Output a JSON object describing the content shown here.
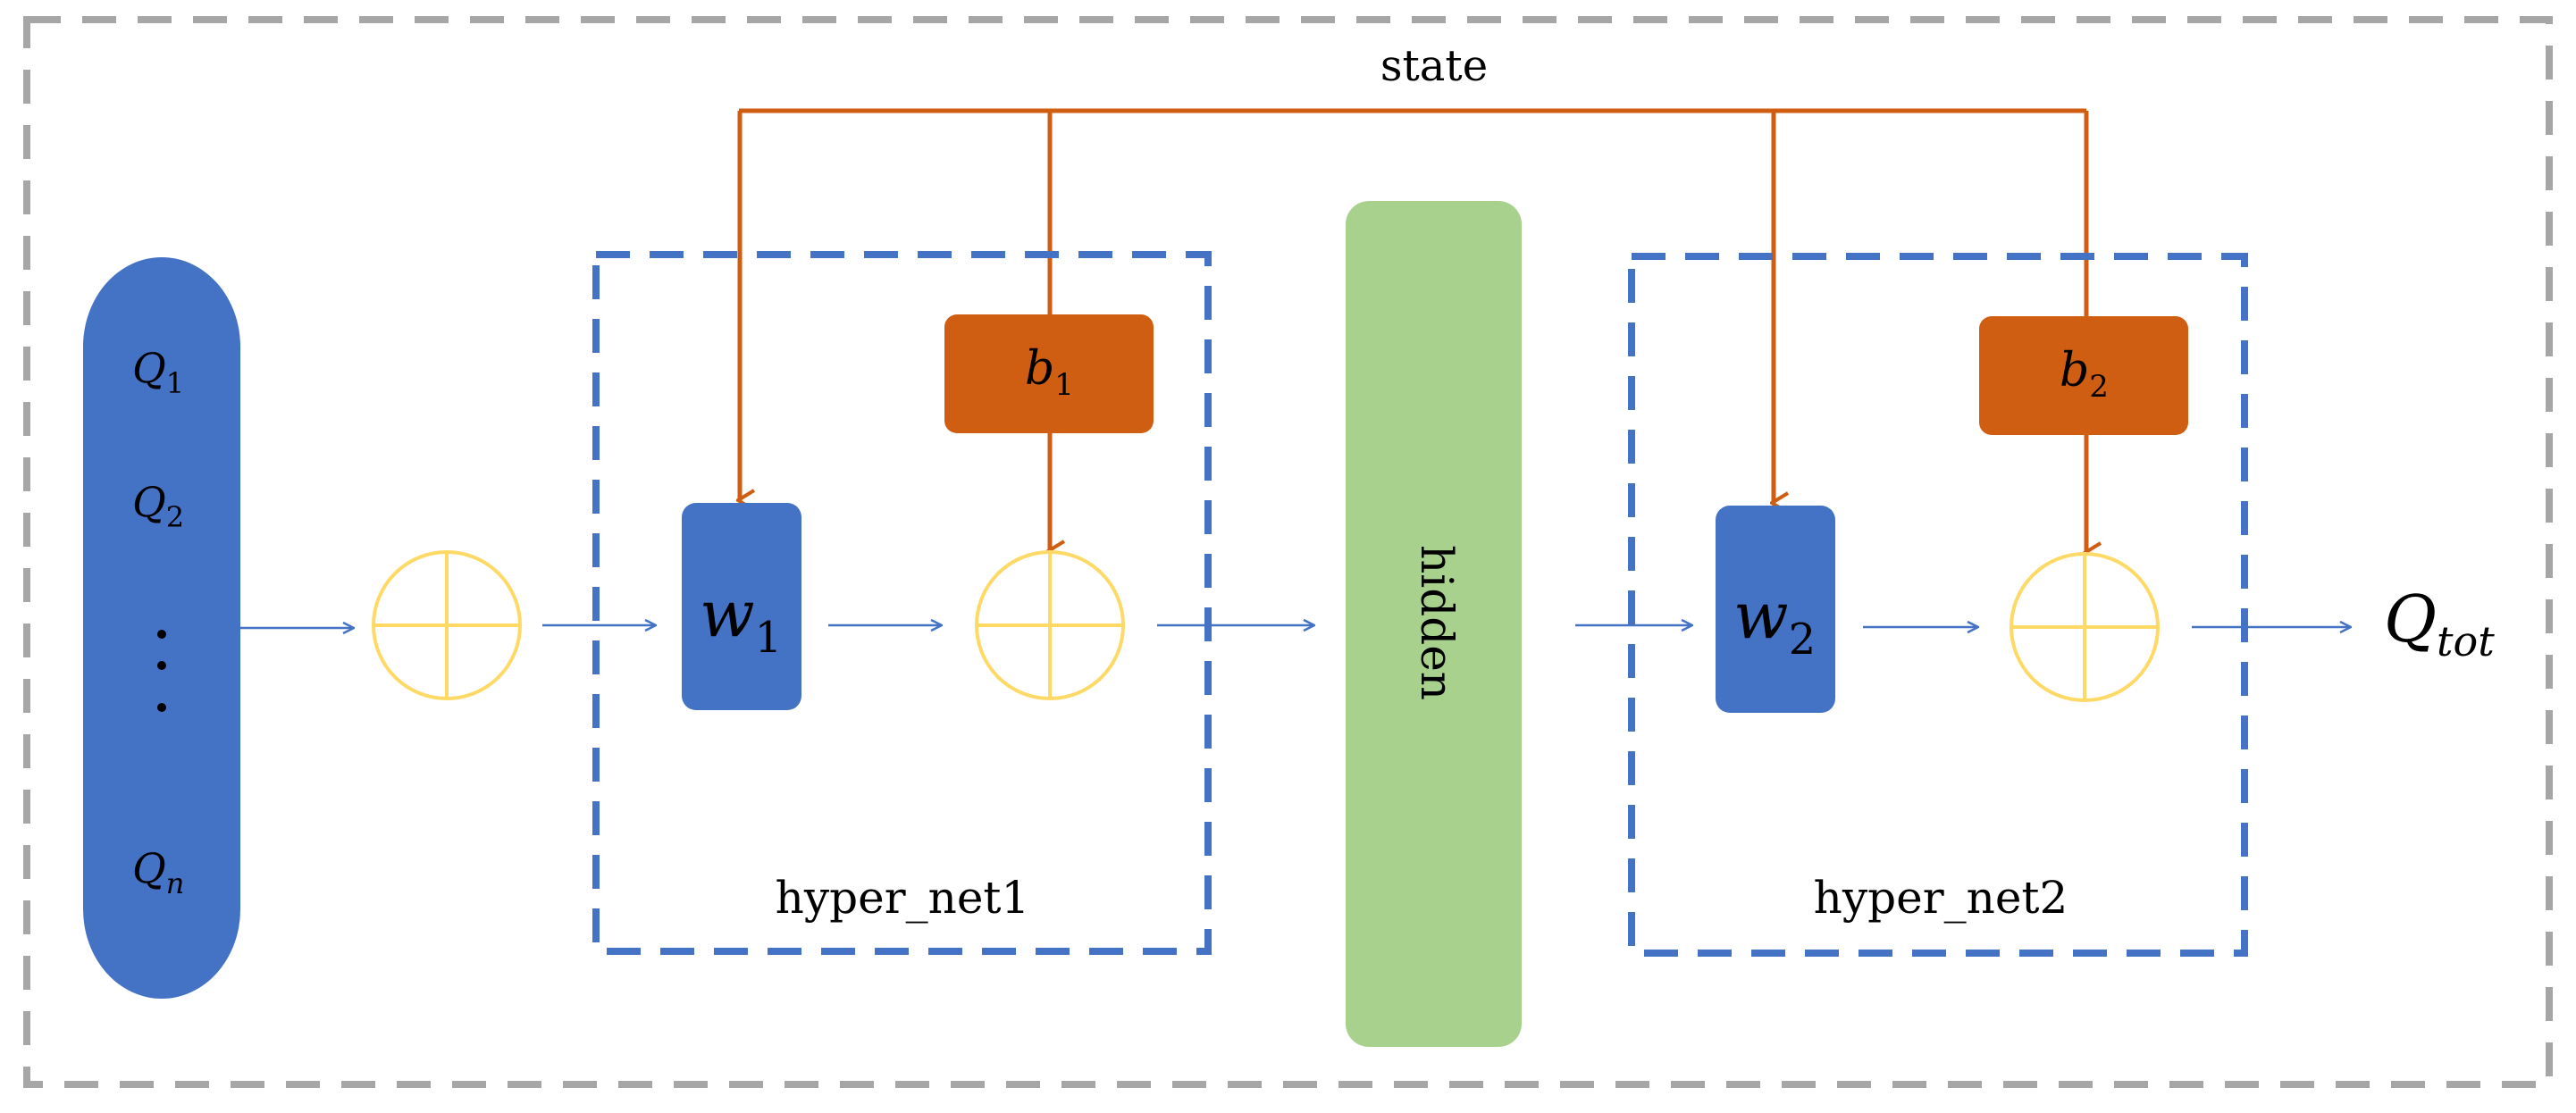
{
  "colors": {
    "outer_border": "#a6a6a6",
    "blue": "#4472c4",
    "orange": "#d05e12",
    "green": "#a9d18e",
    "yellow": "#ffd966",
    "text": "#000000",
    "white": "#ffffff"
  },
  "state_label": "state",
  "inputs": {
    "q1": {
      "base": "Q",
      "sub": "1"
    },
    "q2": {
      "base": "Q",
      "sub": "2"
    },
    "qn": {
      "base": "Q",
      "sub": "n"
    },
    "ellipsis": "⋮"
  },
  "hyper_net1": {
    "label": "hyper_net1",
    "weight": {
      "base": "w",
      "sub": "1"
    },
    "bias": {
      "base": "b",
      "sub": "1"
    }
  },
  "hyper_net2": {
    "label": "hyper_net2",
    "weight": {
      "base": "w",
      "sub": "2"
    },
    "bias": {
      "base": "b",
      "sub": "2"
    }
  },
  "hidden_label": "hidden",
  "output": {
    "base": "Q",
    "sub": "tot"
  }
}
